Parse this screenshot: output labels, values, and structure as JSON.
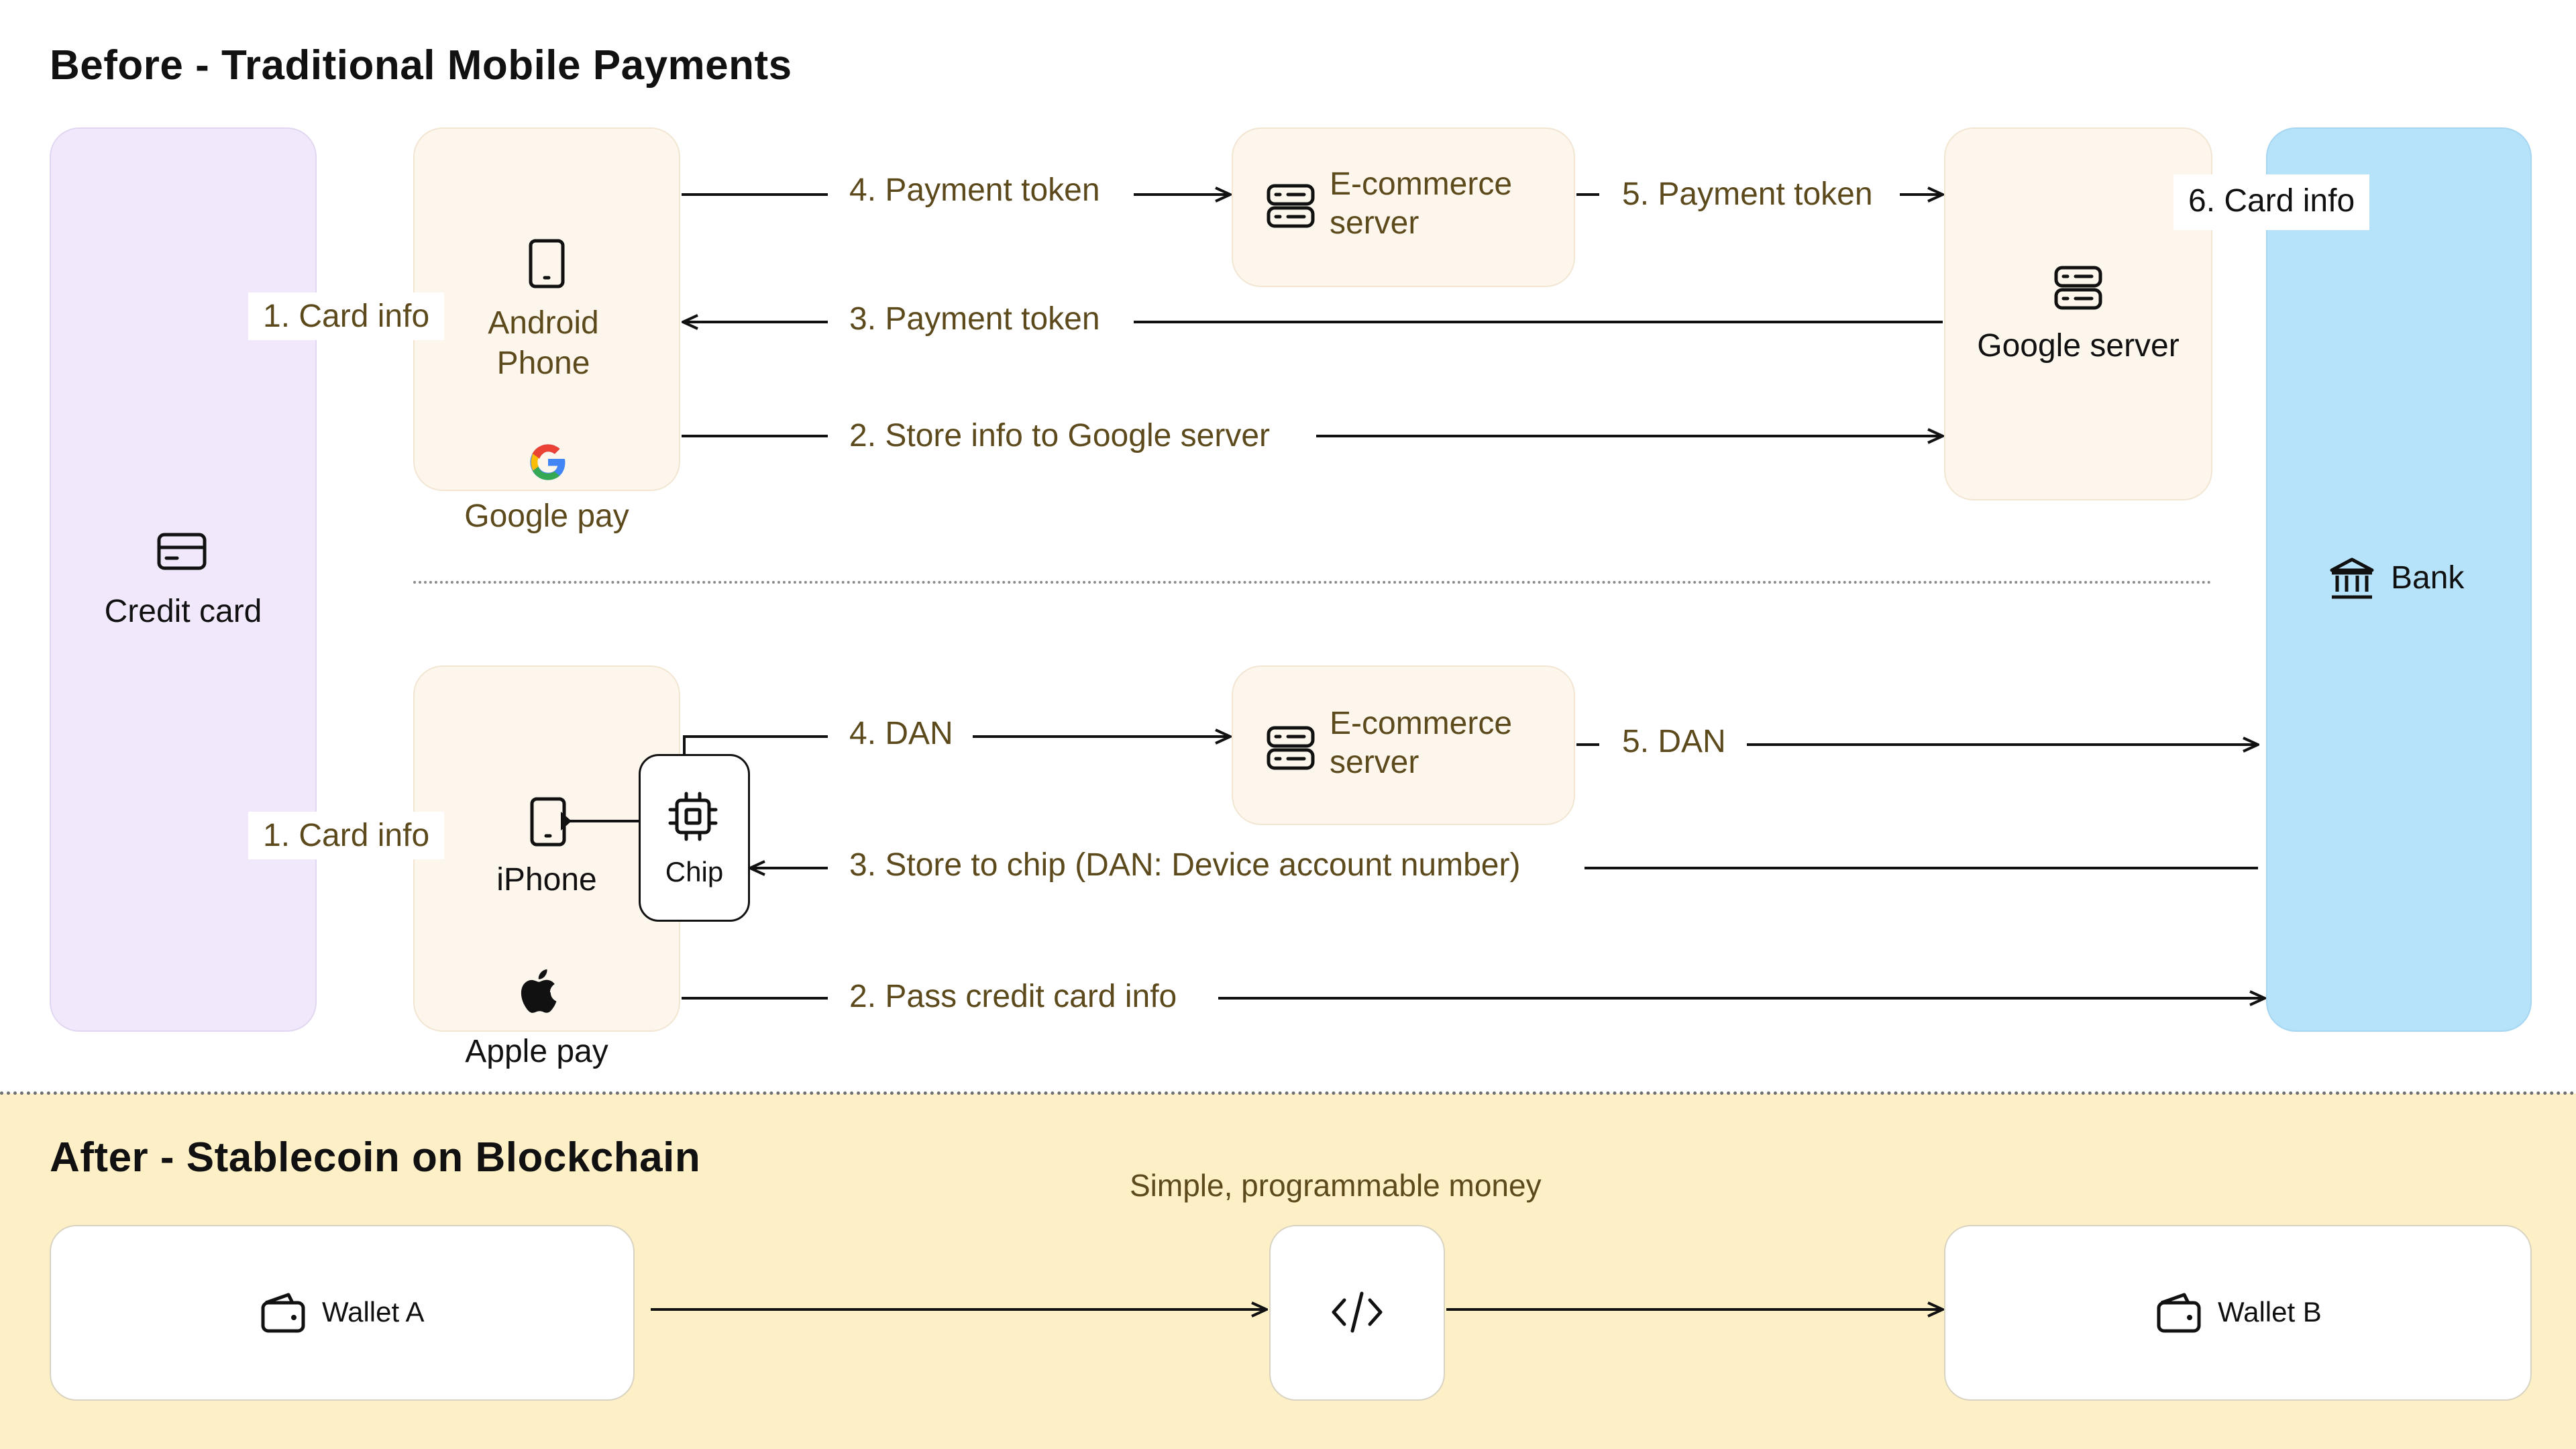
{
  "before": {
    "title": "Before - Traditional Mobile Payments",
    "credit_card": "Credit card",
    "bank": "Bank",
    "google": {
      "device_line1": "Android",
      "device_line2": "Phone",
      "wallet_name": "Google pay",
      "card_info": "1. Card info",
      "ecommerce_line1": "E-commerce",
      "ecommerce_line2": "server",
      "server": "Google server",
      "step2": "2. Store info to Google server",
      "step3": "3. Payment token",
      "step4": "4. Payment token",
      "step5": "5. Payment token",
      "step6": "6. Card info"
    },
    "apple": {
      "device": "iPhone",
      "chip": "Chip",
      "wallet_name": "Apple pay",
      "card_info": "1. Card info",
      "ecommerce_line1": "E-commerce",
      "ecommerce_line2": "server",
      "step2": "2. Pass credit card info",
      "step3": "3. Store to chip (DAN: Device account number)",
      "step4": "4. DAN",
      "step5": "5. DAN"
    }
  },
  "after": {
    "title": "After - Stablecoin on Blockchain",
    "tagline": "Simple, programmable money",
    "wallet_a": "Wallet A",
    "wallet_b": "Wallet B"
  },
  "colors": {
    "credit_card_bg": "#f1e9fb",
    "bank_bg": "#b6e2fa",
    "node_bg": "#fdf6ec",
    "after_bg": "#fdefc6",
    "label_text": "#5c4a1c"
  },
  "icons": {
    "credit_card": "credit-card-icon",
    "phone": "phone-icon",
    "google": "google-logo-icon",
    "server": "server-icon",
    "bank": "bank-icon",
    "chip": "chip-icon",
    "apple": "apple-logo-icon",
    "wallet": "wallet-icon",
    "code": "code-icon"
  }
}
